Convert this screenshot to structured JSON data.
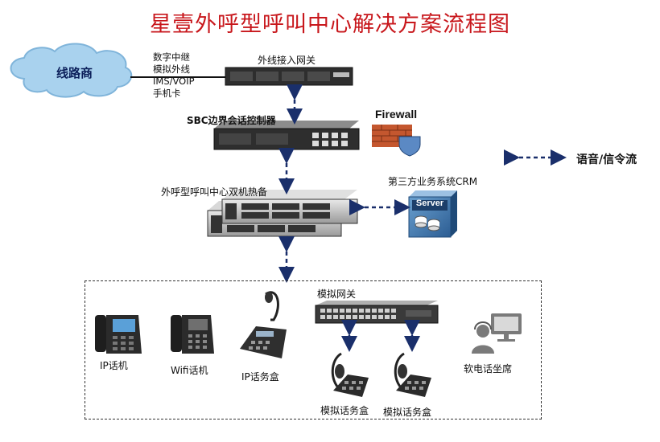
{
  "title": "星壹外呼型呼叫中心解决方案流程图",
  "carrier": {
    "label": "线路商"
  },
  "trunk_types": [
    "数字中继",
    "模拟外线",
    "IMS/VOIP",
    "手机卡"
  ],
  "gateway": {
    "label": "外线接入网关"
  },
  "sbc": {
    "label": "SBC边界会话控制器"
  },
  "firewall": {
    "label": "Firewall"
  },
  "legend": {
    "label": "语音/信令流"
  },
  "server_pair": {
    "label": "外呼型呼叫中心双机热备"
  },
  "crm": {
    "label": "第三方业务系统CRM",
    "server_text": "Server"
  },
  "analog_gateway": {
    "label": "模拟网关"
  },
  "terminals": {
    "ip_phone": "IP话机",
    "wifi_phone": "Wifi话机",
    "ip_box": "IP话务盒",
    "analog_box_1": "模拟话务盒",
    "analog_box_2": "模拟话务盒",
    "softphone": "软电话坐席"
  },
  "colors": {
    "title": "#c8171c",
    "arrow": "#1a2f6b",
    "cloud": "#a9d2ee",
    "device": "#2b2b2b"
  }
}
